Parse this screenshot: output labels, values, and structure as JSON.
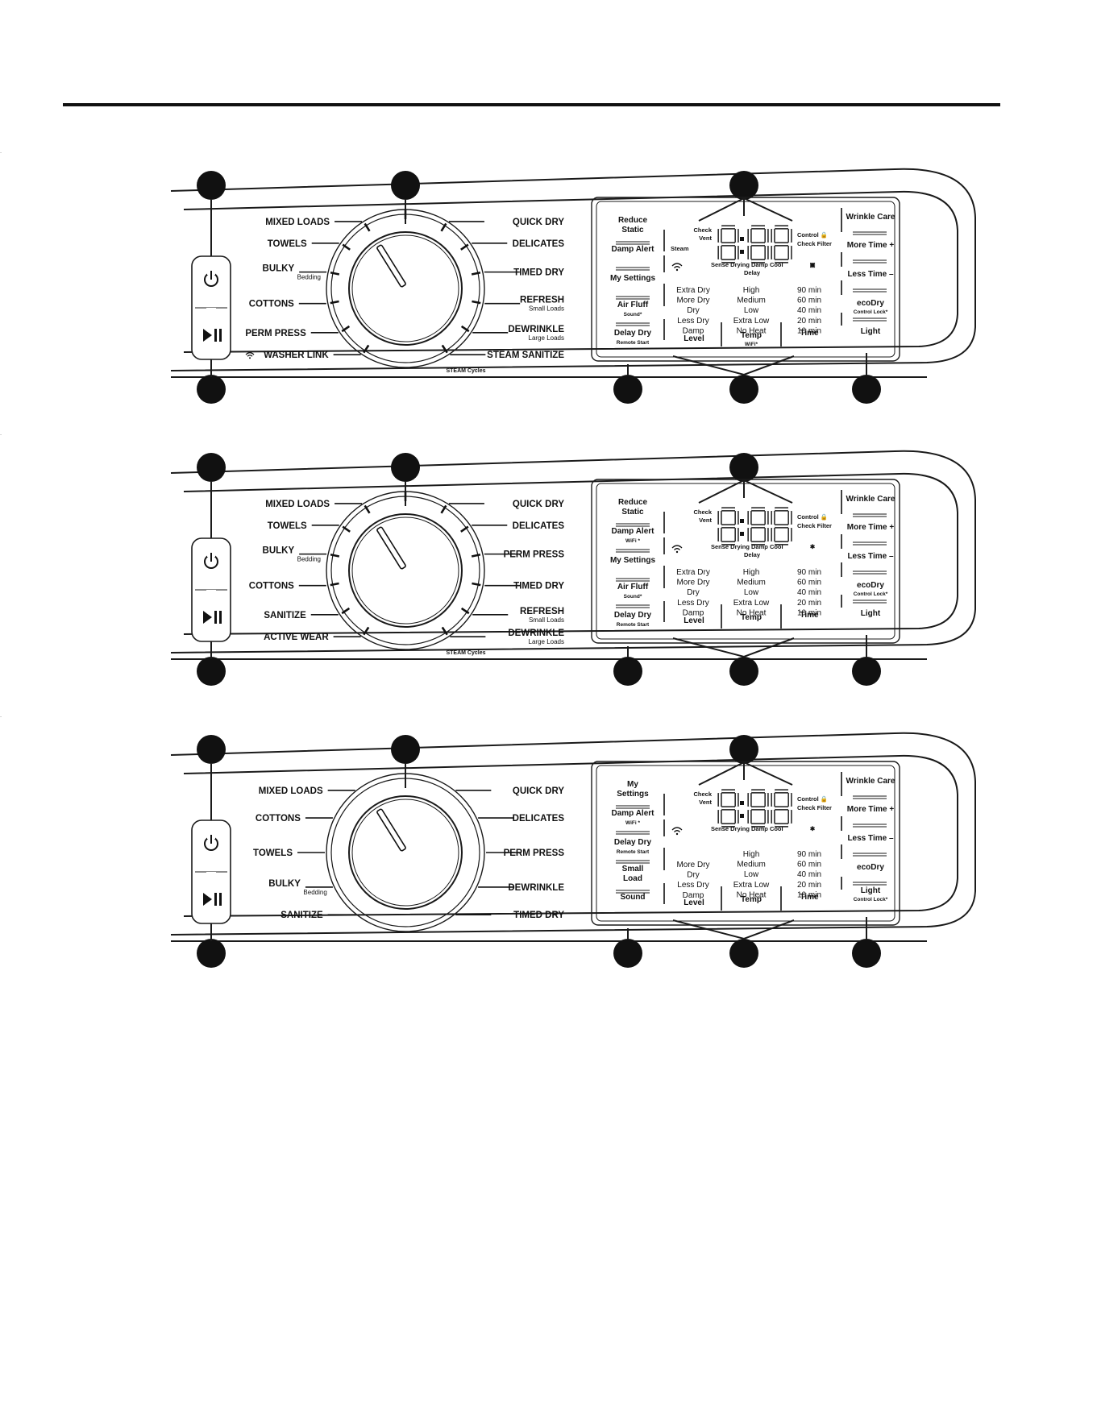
{
  "panels": [
    {
      "cycles_left": [
        {
          "name": "MIXED LOADS",
          "sub": ""
        },
        {
          "name": "TOWELS",
          "sub": ""
        },
        {
          "name": "BULKY",
          "sub": "Bedding"
        },
        {
          "name": "COTTONS",
          "sub": ""
        },
        {
          "name": "PERM PRESS",
          "sub": ""
        },
        {
          "name": "WASHER LINK",
          "sub": ""
        }
      ],
      "cycles_right": [
        {
          "name": "QUICK DRY",
          "sub": ""
        },
        {
          "name": "DELICATES",
          "sub": ""
        },
        {
          "name": "TIMED DRY",
          "sub": ""
        },
        {
          "name": "REFRESH",
          "sub": "Small Loads"
        },
        {
          "name": "DEWRINKLE",
          "sub": "Large Loads"
        },
        {
          "name": "STEAM SANITIZE",
          "sub": ""
        }
      ],
      "steam_note": "STEAM Cycles",
      "left_buttons": [
        {
          "label": "Reduce",
          "label2": "Static",
          "sub": ""
        },
        {
          "label": "Damp Alert",
          "label2": "",
          "sub": ""
        },
        {
          "label": "My Settings",
          "label2": "",
          "sub": ""
        },
        {
          "label": "Air Fluff",
          "label2": "",
          "sub": "Sound*"
        },
        {
          "label": "Delay Dry",
          "label2": "",
          "sub": "Remote Start"
        }
      ],
      "indicators": {
        "check_vent": "Check",
        "check_vent2": "Vent",
        "steam": "Steam",
        "control": "Control 🔒",
        "check_filter": "Check Filter",
        "status": "Sense  Drying  Damp  Cool",
        "delay": "Delay",
        "icon": "▣"
      },
      "display": "8:88",
      "levels": [
        "Extra Dry",
        "More Dry",
        "Dry",
        "Less Dry",
        "Damp"
      ],
      "temps": [
        "High",
        "Medium",
        "Low",
        "Extra Low",
        "No Heat"
      ],
      "times": [
        "90 min",
        "60 min",
        "40 min",
        "20 min",
        "10 min"
      ],
      "bottom": {
        "level": "Level",
        "temp": "Temp",
        "temp_sub": "WiFi*",
        "time": "Time"
      },
      "right_buttons": [
        {
          "label": "Wrinkle Care",
          "sub": ""
        },
        {
          "label": "More Time +",
          "sub": ""
        },
        {
          "label": "Less Time –",
          "sub": ""
        },
        {
          "label": "ecoDry",
          "sub": "Control Lock*"
        },
        {
          "label": "Light",
          "sub": ""
        }
      ]
    },
    {
      "cycles_left": [
        {
          "name": "MIXED LOADS",
          "sub": ""
        },
        {
          "name": "TOWELS",
          "sub": ""
        },
        {
          "name": "BULKY",
          "sub": "Bedding"
        },
        {
          "name": "COTTONS",
          "sub": ""
        },
        {
          "name": "SANITIZE",
          "sub": ""
        },
        {
          "name": "ACTIVE WEAR",
          "sub": ""
        }
      ],
      "cycles_right": [
        {
          "name": "QUICK DRY",
          "sub": ""
        },
        {
          "name": "DELICATES",
          "sub": ""
        },
        {
          "name": "PERM PRESS",
          "sub": ""
        },
        {
          "name": "TIMED DRY",
          "sub": ""
        },
        {
          "name": "REFRESH",
          "sub": "Small Loads"
        },
        {
          "name": "DEWRINKLE",
          "sub": "Large Loads"
        }
      ],
      "steam_note": "STEAM Cycles",
      "left_buttons": [
        {
          "label": "Reduce",
          "label2": "Static",
          "sub": ""
        },
        {
          "label": "Damp Alert",
          "label2": "",
          "sub": "WiFi *"
        },
        {
          "label": "My Settings",
          "label2": "",
          "sub": ""
        },
        {
          "label": "Air Fluff",
          "label2": "",
          "sub": "Sound*"
        },
        {
          "label": "Delay Dry",
          "label2": "",
          "sub": "Remote Start"
        }
      ],
      "indicators": {
        "check_vent": "Check",
        "check_vent2": "Vent",
        "steam": "",
        "control": "Control 🔒",
        "check_filter": "Check Filter",
        "status": "Sense  Drying  Damp  Cool",
        "delay": "Delay",
        "icon": "✱"
      },
      "display": "8:88",
      "levels": [
        "Extra Dry",
        "More Dry",
        "Dry",
        "Less Dry",
        "Damp"
      ],
      "temps": [
        "High",
        "Medium",
        "Low",
        "Extra Low",
        "No Heat"
      ],
      "times": [
        "90 min",
        "60 min",
        "40 min",
        "20 min",
        "10 min"
      ],
      "bottom": {
        "level": "Level",
        "temp": "Temp",
        "temp_sub": "",
        "time": "Time"
      },
      "right_buttons": [
        {
          "label": "Wrinkle Care",
          "sub": ""
        },
        {
          "label": "More Time +",
          "sub": ""
        },
        {
          "label": "Less Time –",
          "sub": ""
        },
        {
          "label": "ecoDry",
          "sub": "Control Lock*"
        },
        {
          "label": "Light",
          "sub": ""
        }
      ]
    },
    {
      "cycles_left": [
        {
          "name": "MIXED LOADS",
          "sub": ""
        },
        {
          "name": "COTTONS",
          "sub": ""
        },
        {
          "name": "TOWELS",
          "sub": ""
        },
        {
          "name": "BULKY",
          "sub": "Bedding"
        },
        {
          "name": "SANITIZE",
          "sub": ""
        }
      ],
      "cycles_right": [
        {
          "name": "QUICK DRY",
          "sub": ""
        },
        {
          "name": "DELICATES",
          "sub": ""
        },
        {
          "name": "PERM PRESS",
          "sub": ""
        },
        {
          "name": "DEWRINKLE",
          "sub": ""
        },
        {
          "name": "TIMED DRY",
          "sub": ""
        }
      ],
      "steam_note": "",
      "left_buttons": [
        {
          "label": "My",
          "label2": "Settings",
          "sub": ""
        },
        {
          "label": "Damp Alert",
          "label2": "",
          "sub": "WiFi *"
        },
        {
          "label": "Delay Dry",
          "label2": "",
          "sub": "Remote Start"
        },
        {
          "label": "Small",
          "label2": "Load",
          "sub": ""
        },
        {
          "label": "Sound",
          "label2": "",
          "sub": ""
        }
      ],
      "indicators": {
        "check_vent": "Check",
        "check_vent2": "Vent",
        "steam": "",
        "control": "Control 🔒",
        "check_filter": "Check Filter",
        "status": "Sense  Drying  Damp  Cool",
        "delay": "",
        "icon": "✱"
      },
      "display": "8:88",
      "levels": [
        "More Dry",
        "Dry",
        "Less Dry",
        "Damp"
      ],
      "temps": [
        "High",
        "Medium",
        "Low",
        "Extra Low",
        "No Heat"
      ],
      "times": [
        "90 min",
        "60 min",
        "40 min",
        "20 min",
        "10 min"
      ],
      "bottom": {
        "level": "Level",
        "temp": "Temp",
        "temp_sub": "",
        "time": "Time"
      },
      "right_buttons": [
        {
          "label": "Wrinkle Care",
          "sub": ""
        },
        {
          "label": "More Time +",
          "sub": ""
        },
        {
          "label": "Less Time –",
          "sub": ""
        },
        {
          "label": "ecoDry",
          "sub": ""
        },
        {
          "label": "Light",
          "sub": "Control Lock*"
        }
      ]
    }
  ]
}
